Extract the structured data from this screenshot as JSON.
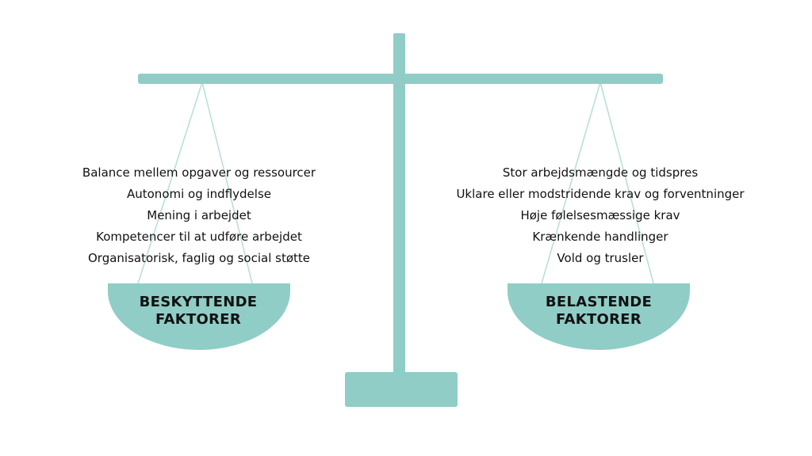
{
  "colors": {
    "scale": "#90cdc6",
    "string": "#b9dfdb",
    "text": "#111111"
  },
  "left_pan": {
    "label": "BESKYTTENDE\nFAKTORER",
    "items": [
      "Balance mellem opgaver og ressourcer",
      "Autonomi og indflydelse",
      "Mening i arbejdet",
      "Kompetencer til at udføre arbejdet",
      "Organisatorisk, faglig og social støtte"
    ]
  },
  "right_pan": {
    "label": "BELASTENDE\nFAKTORER",
    "items": [
      "Stor arbejdsmængde og tidspres",
      "Uklare eller modstridende krav og forventninger",
      "Høje følelsesmæssige krav",
      "Krænkende handlinger",
      "Vold og trusler"
    ]
  }
}
